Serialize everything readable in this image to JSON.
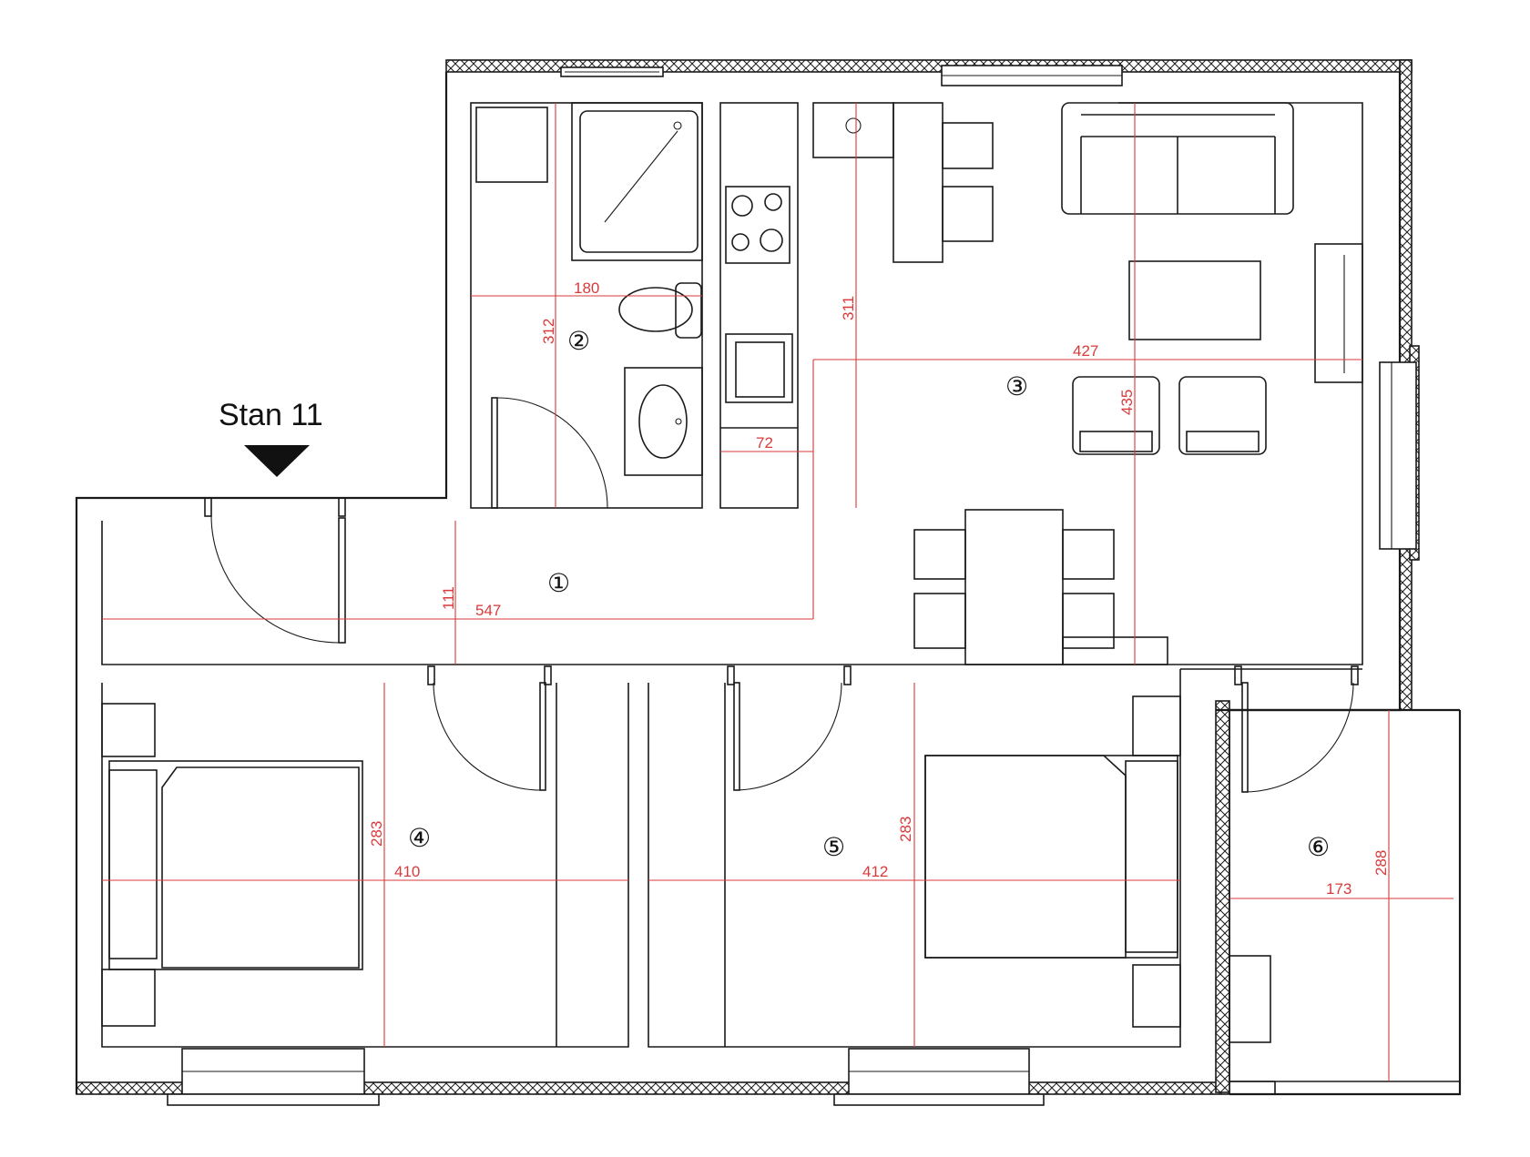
{
  "plan_title": "Stan 11",
  "rooms": [
    {
      "id": "1",
      "symbol": "①",
      "width": "547",
      "depth": "111"
    },
    {
      "id": "2",
      "symbol": "②",
      "width": "180",
      "depth": "312"
    },
    {
      "id": "3",
      "symbol": "③",
      "width": "427",
      "depth": "435",
      "kitchen_depth": "311",
      "kitchen_width": "72"
    },
    {
      "id": "4",
      "symbol": "④",
      "width": "410",
      "depth": "283"
    },
    {
      "id": "5",
      "symbol": "⑤",
      "width": "412",
      "depth": "283"
    },
    {
      "id": "6",
      "symbol": "⑥",
      "width": "173",
      "depth": "288"
    }
  ],
  "colors": {
    "dimension": "#d93a3a",
    "walls": "#1a1a1a",
    "background": "#ffffff"
  },
  "icons": [
    "entrance-arrow-icon",
    "door-swing-icon",
    "bed-icon",
    "sofa-icon",
    "armchair-icon",
    "stove-icon",
    "sink-icon",
    "toilet-icon",
    "shower-icon",
    "washbasin-icon",
    "dining-table-icon",
    "window-icon"
  ]
}
